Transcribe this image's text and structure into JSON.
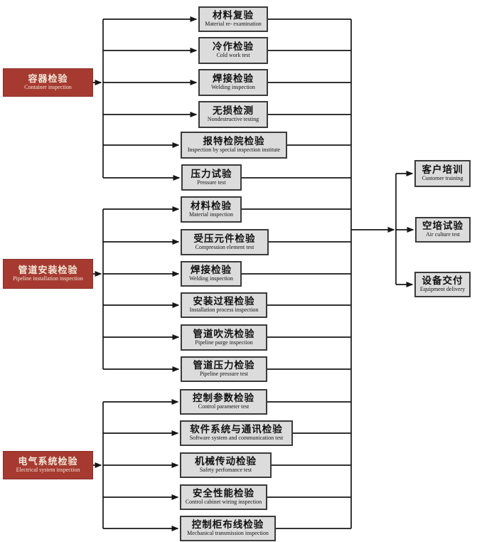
{
  "diagram": {
    "stages": [
      {
        "zh": "容器检验",
        "en": "Container inspection"
      },
      {
        "zh": "管道安装检验",
        "en": "Pipeline installation inspection"
      },
      {
        "zh": "电气系统检验",
        "en": "Electrical system inspection"
      }
    ],
    "nodes": [
      {
        "zh": "材料复验",
        "en": "Material re- examination"
      },
      {
        "zh": "冷作检验",
        "en": "Cold work test"
      },
      {
        "zh": "焊接检验",
        "en": "Welding inspection"
      },
      {
        "zh": "无损检测",
        "en": "Nondestructive testing"
      },
      {
        "zh": "报特检院检验",
        "en": "Inspection by special inspection institute"
      },
      {
        "zh": "压力试验",
        "en": "Pressure test"
      },
      {
        "zh": "材料检验",
        "en": "Material inspection"
      },
      {
        "zh": "受压元件检验",
        "en": "Compression element test"
      },
      {
        "zh": "焊接检验",
        "en": "Welding inspection"
      },
      {
        "zh": "安装过程检验",
        "en": "Installation process inspection"
      },
      {
        "zh": "管道吹洗检验",
        "en": "Pipeline purge inspection"
      },
      {
        "zh": "管道压力检验",
        "en": "Pipeline pressure test"
      },
      {
        "zh": "控制参数检验",
        "en": "Control parameter test"
      },
      {
        "zh": "软件系统与通讯检验",
        "en": "Software system and communication test"
      },
      {
        "zh": "机械传动检验",
        "en": "Safety perfomance test"
      },
      {
        "zh": "安全性能检验",
        "en": "Control cabinet wiring inspection"
      },
      {
        "zh": "控制柜布线检验",
        "en": "Mechanical transmission inspection"
      }
    ],
    "outputs": [
      {
        "zh": "客户培训",
        "en": "Customer training"
      },
      {
        "zh": "空培试验",
        "en": "Air culture test"
      },
      {
        "zh": "设备交付",
        "en": "Equipment delivery"
      }
    ],
    "colors": {
      "stage_fill": "#A63A31",
      "stage_text": "#F2E9D8",
      "node_fill": "#DCDCDC",
      "node_border": "#3B3B3B",
      "line": "#161616"
    }
  }
}
